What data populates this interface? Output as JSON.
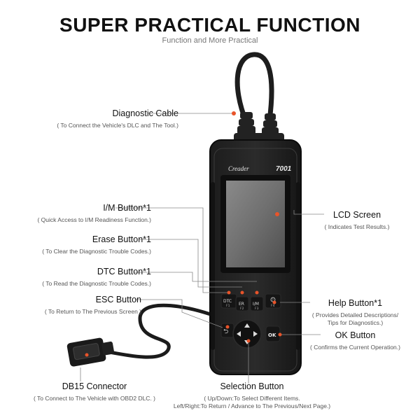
{
  "headline": "SUPER PRACTICAL FUNCTION",
  "subheadline": "Function and More Practical",
  "device": {
    "brand": "Creader",
    "model": "7001",
    "keys": {
      "dtc": "DTC",
      "dtc_sub": "F1",
      "er": "ER",
      "er_sub": "F2",
      "im": "I/M",
      "im_sub": "F3",
      "help_sub": "F4",
      "ok": "OK",
      "esc": "⮌"
    },
    "icons": [
      "cable-plug-icon",
      "help-icon",
      "esc-return-icon",
      "dpad-arrows-icon",
      "db15-connector-icon"
    ],
    "accent_color": "#e8542a"
  },
  "callouts": {
    "cable": {
      "title": "Diagnostic Cable",
      "desc": "( To Connect the Vehicle's DLC and The Tool.)"
    },
    "im": {
      "title": "I/M Button*1",
      "desc": "( Quick Access to I/M Readiness Function.)"
    },
    "erase": {
      "title": "Erase Button*1",
      "desc": "( To Clear the Diagnostic Trouble Codes.)"
    },
    "dtc": {
      "title": "DTC Button*1",
      "desc": "( To Read the Diagnostic Trouble Codes.)"
    },
    "esc": {
      "title": "ESC Button",
      "desc": "( To Return to The Previous Screen )"
    },
    "db15": {
      "title": "DB15 Connector",
      "desc": "( To Connect to The Vehicle with OBD2 DLC. )"
    },
    "lcd": {
      "title": "LCD Screen",
      "desc": "( Indicates Test Results.)"
    },
    "help": {
      "title": "Help Button*1",
      "desc1": "( Provides Detailed Descriptions/",
      "desc2": "Tips for Diagnostics.)"
    },
    "ok": {
      "title": "OK Button",
      "desc": "( Confirms the Current Operation.)"
    },
    "selection": {
      "title": "Selection Button",
      "desc1": "( Up/Down:To Select Different Items.",
      "desc2": "Left/Right:To Return / Advance to The Previous/Next Page.)"
    }
  }
}
